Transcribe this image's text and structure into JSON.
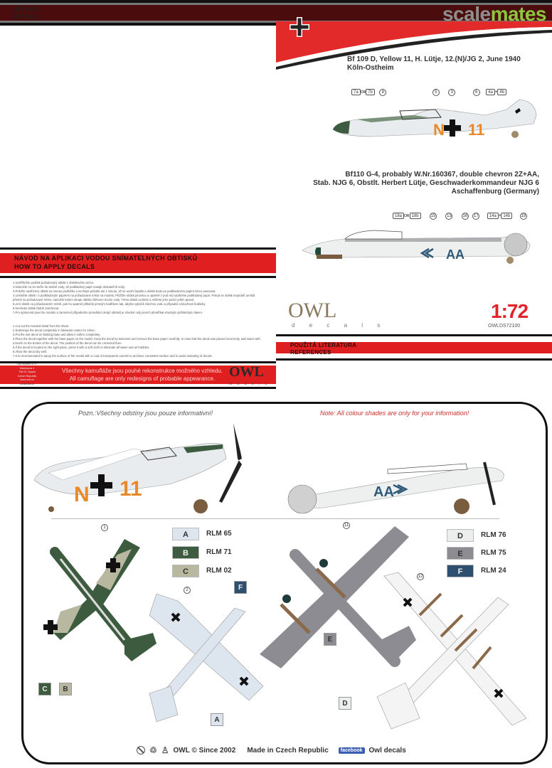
{
  "header": {
    "detail_label_cz": "DETAILY",
    "detail_label_en": "DETAILS",
    "brand_part1": "scale",
    "brand_part2": "mates",
    "brand_colors": {
      "gray": "#8e8e8e",
      "green": "#8cc63f"
    }
  },
  "scheme1": {
    "title": "Bf 109 D, Yellow 11, H. Lütje, 12.(N)/JG 2, June 1940",
    "location": "Köln-Ostheim",
    "callouts": [
      "7a",
      "OR",
      "7b",
      "8",
      "5",
      "3",
      "6",
      "4a",
      "+",
      "4b"
    ],
    "fuselage_code": [
      "N",
      "11"
    ]
  },
  "scheme2": {
    "title_line1": "Bf110 G-4, probably W.Nr.160367, double chevron 2Z+AA,",
    "title_line2": "Stab. NJG 6, Obstlt. Herbert Lütje, Geschwaderkommandeur NJG 6",
    "title_line3": "Aschaffenburg (Germany)",
    "callouts": [
      "18a",
      "OR",
      "18b",
      "15",
      "13",
      "16",
      "17",
      "14a",
      "+",
      "14b",
      "19"
    ],
    "fuselage_code": "AA"
  },
  "instructions": {
    "title_cz": "NÁVOD NA APLIKACI VODOU SNÍMATELNÝCH OBTISKŮ",
    "title_en": "HOW TO APPLY DECALS",
    "steps_cz": [
      "1.Vystřihněte podtisk požadovaný obtisk z obtiskového archu.",
      "2.Namočte na 10 vteřin do vlažné vody, až podkladový papír nasaje dostatečně vody.",
      "3.Položte navlhčený obtisk na rovnou podložku a nechejte působit asi 1 minutu, až se uvolní lepidlo a obtisk bude po podkladovém papíru lehce posouvat.",
      "4.Umístěte obtisk i s podkladovým papírem na požadované místo na modelu. Přidržte obtisk pinzetou a opatrně z pod něj vytáhněte podkladový papír. Pokud se obtisk nepodaří umístit přesně na požadované místo, namočte kolem okraje obtisku štětcem trochu vody. Tímto obtisk uvolníte a můžete jeho pozici ještě upravit.",
      "5.Je-li obtisk na požadovaném místě, pak ho opatrně přitlačte jemným hadříkem tak, abyste vytlačili všechnu vodu a případné vzduchové bublinky.",
      "6.Nechejte obtisk řádně zaschnout.",
      "7.Pro správnost povrchu modelu a zamezení případného prosvítání okrajů obtisků je vhodné celý povrch přestříkat vhodným průhledným lakem."
    ],
    "steps_en": [
      "1.Cut out the needed detail from the sheet.",
      "2.Submerge the decal completely in lukewarm water for 10sec.",
      "3.Put the wet decal on blotting base and allow it soften completely.",
      "4.Place the decal together with the base paper on the model. Keep the decal by tweezers and remove the base paper carefully. In case that the decal was placed incorrectly, add water with a brush on the border of the decal. The position of the decal can be corrected then.",
      "5.If the decal is located on the right place, press it with a soft cloth to eliminate all water and air bubbles.",
      "6.Allow the decal dry well.",
      "7.It is recommended to spray the surface of the model with a coat of transparent varnish to archieve consistent surface and to avoid unstating of decals."
    ],
    "disclaimer_cz": "Všechny kamufláže jsou pouhé rekonstrukce možného vzhledu.",
    "disclaimer_en": "All camuflage are only redesigns of probable appearance.",
    "company_lines": [
      "Owl models s.r.o.",
      "Mánesova 1",
      "738 01 Opava",
      "Czech Republic",
      "www.owl.cz",
      "owl@owl.cz"
    ],
    "logo_sub": "m o d e l s"
  },
  "brand_block": {
    "logo_text": "OWL",
    "logo_sub": "d e c a l s",
    "scale": "1:72",
    "product_code": "OWLDS72100"
  },
  "references": {
    "title_cz": "POUŽITÁ LITERATURA",
    "title_en": "REFERENCES"
  },
  "color_panel": {
    "note_cz": "Pozn.:Všechny odstíny jsou pouze informativní!",
    "note_en": "Note: All colour shades are only for your information!",
    "legend_left": [
      {
        "code": "A",
        "name": "RLM 65",
        "color": "#dde6ef",
        "text_color": "#333"
      },
      {
        "code": "B",
        "name": "RLM 71",
        "color": "#3d5c3f",
        "text_color": "#eee"
      },
      {
        "code": "C",
        "name": "RLM 02",
        "color": "#b8b8a0",
        "text_color": "#333"
      }
    ],
    "legend_right": [
      {
        "code": "D",
        "name": "RLM 76",
        "color": "#eceeee",
        "text_color": "#333"
      },
      {
        "code": "E",
        "name": "RLM 75",
        "color": "#8c8c92",
        "text_color": "#333"
      },
      {
        "code": "F",
        "name": "RLM 24",
        "color": "#2f4f6e",
        "text_color": "#eee"
      }
    ],
    "tags": {
      "c": "C",
      "b": "B",
      "a": "A",
      "f": "F",
      "e": "E",
      "d": "D"
    },
    "circle_callouts": [
      "1",
      "2",
      "11",
      "12"
    ]
  },
  "footer": {
    "copyright": "OWL © Since 2002",
    "made_in": "Made in Czech Republic",
    "facebook_label": "facebook",
    "facebook_page": "Owl decals"
  }
}
